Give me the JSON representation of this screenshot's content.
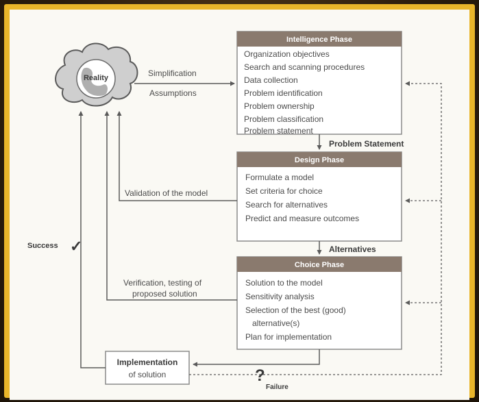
{
  "cloud": {
    "label": "Reality"
  },
  "intelligence": {
    "title": "Intelligence Phase",
    "items": [
      "Organization objectives",
      "Search and scanning procedures",
      "Data collection",
      "Problem identification",
      "Problem ownership",
      "Problem classification",
      "Problem statement"
    ]
  },
  "design": {
    "title": "Design Phase",
    "items": [
      "Formulate a model",
      "Set criteria for choice",
      "Search for alternatives",
      "Predict and measure outcomes"
    ]
  },
  "choice": {
    "title": "Choice Phase",
    "items": [
      "Solution to the model",
      "Sensitivity analysis",
      "Selection of the best (good)",
      "alternative(s)",
      "Plan for implementation"
    ]
  },
  "implementation": {
    "line1": "Implementation",
    "line2": "of solution"
  },
  "labels": {
    "simplification": "Simplification",
    "assumptions": "Assumptions",
    "problem_statement": "Problem Statement",
    "alternatives": "Alternatives",
    "validation": "Validation of the model",
    "verification1": "Verification, testing of",
    "verification2": "proposed solution",
    "success": "Success",
    "check": "✓",
    "failure_mark": "?",
    "failure": "Failure"
  },
  "colors": {
    "header": "#8a7a6e",
    "line": "#5a5a5a",
    "text": "#4b4b4b",
    "frame": "#e9b52a"
  }
}
